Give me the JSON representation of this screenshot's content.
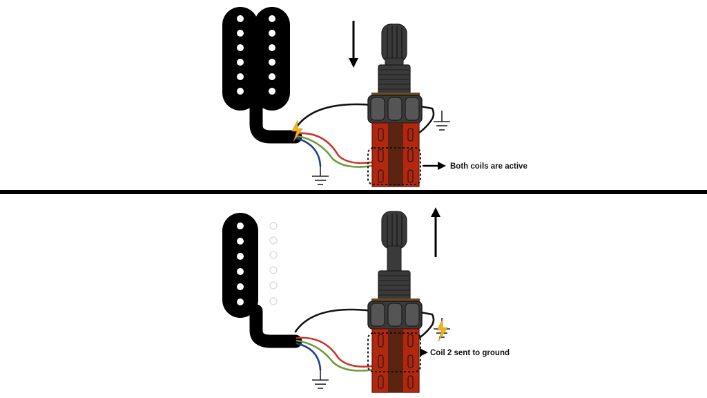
{
  "panels": {
    "top": {
      "state": "pushed-down",
      "arrow_icon": "arrow-down-icon",
      "callout": "Both coils are active"
    },
    "bottom": {
      "state": "pulled-up",
      "arrow_icon": "arrow-up-icon",
      "callout": "Coil 2 sent to ground"
    }
  },
  "icons": [
    "humbucker-pickup-icon",
    "push-pull-pot-icon",
    "ground-symbol-icon",
    "lightning-bolt-icon",
    "arrow-right-icon"
  ],
  "colors": {
    "pickup": "#000000",
    "pot_body": "#3a3a3a",
    "switch_body": "#b3270f",
    "wire_black": "#111111",
    "wire_red": "#c8352a",
    "wire_green": "#6f9a3e",
    "wire_blue": "#1f3f8f",
    "bolt": "#f2b21b",
    "divider": "#000000"
  }
}
